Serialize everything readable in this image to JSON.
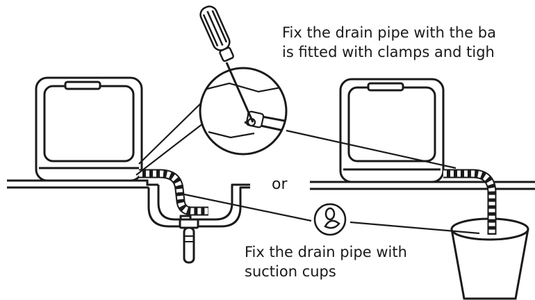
{
  "captions": {
    "clamps": {
      "line1": "Fix the drain pipe with the ba",
      "line2": "is fitted with clamps and tigh"
    },
    "or_label": "or",
    "suction": {
      "line1": "Fix the drain pipe with",
      "line2": "suction cups"
    }
  },
  "icons": {
    "screwdriver": "screwdriver-icon",
    "suction_cup": "suction-cup-icon"
  },
  "colors": {
    "ink": "#1a1a1a",
    "background": "#ffffff"
  }
}
